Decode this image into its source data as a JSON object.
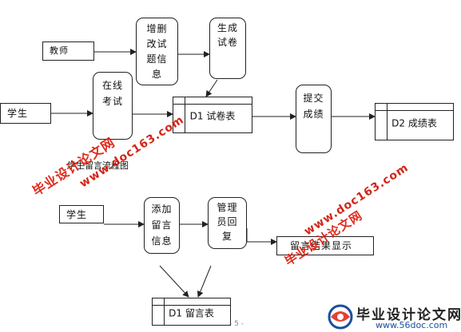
{
  "diagram1": {
    "teacher": "教师",
    "student": "学生",
    "edit_process": [
      "增删",
      "改试",
      "题信",
      "息"
    ],
    "generate_process": [
      "生成",
      "试卷"
    ],
    "online_exam_process": [
      "在线",
      "考试"
    ],
    "exam_store": "D1 试卷表",
    "submit_process": [
      "提交",
      "成绩"
    ],
    "score_store": "D2 成绩表"
  },
  "caption": "学生留言流程图",
  "diagram2": {
    "student": "学生",
    "add_message_process": [
      "添加",
      "留言",
      "信息"
    ],
    "admin_reply_process": [
      "管理",
      "员回",
      "复"
    ],
    "result_display": "留言结果显示",
    "message_store": "D1 留言表"
  },
  "watermarks": {
    "text1": "毕业设计论文网",
    "url1": "www.doc163.com",
    "text2": "毕业设计论文网",
    "url2": "www.doc163.com"
  },
  "logo": {
    "title": "毕业设计论文网",
    "url": "www.56doc.com"
  },
  "page_number": "- 5 -",
  "colors": {
    "watermark": "#e02010",
    "logo_url": "#1a4ea0",
    "lines": "#222222"
  }
}
